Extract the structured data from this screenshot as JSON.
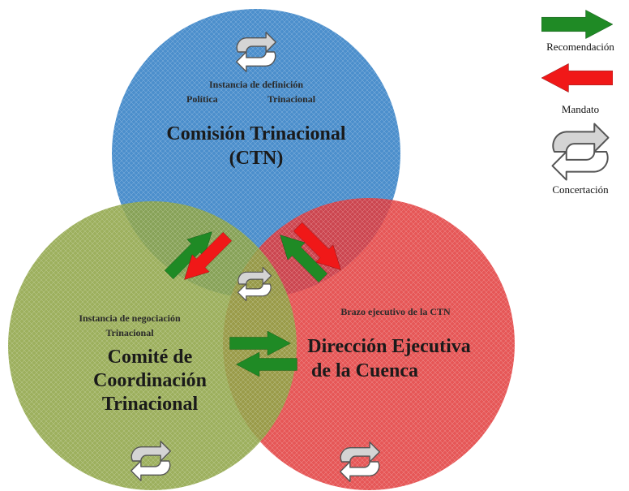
{
  "colors": {
    "blue": "#3d86c8",
    "green": "#8fa548",
    "red": "#e23a3a",
    "arrow_green": "#1f8a25",
    "arrow_red": "#f01818",
    "cycle_gray": "#cfcfcf"
  },
  "legend": {
    "recommendation": "Recomendación",
    "mandate": "Mandato",
    "concertation": "Concertación"
  },
  "ctn": {
    "subtitle_line1": "Instancia de definición",
    "subtitle_line2_left": "Política",
    "subtitle_line2_right": "Trinacional",
    "title_line1": "Comisión Trinacional",
    "title_line2": "(CTN)"
  },
  "committee": {
    "subtitle_line1": "Instancia de negociación",
    "subtitle_line2": "Trinacional",
    "title_line1": "Comité de",
    "title_line2": "Coordinación",
    "title_line3": "Trinacional"
  },
  "direction": {
    "subtitle": "Brazo ejecutivo de la CTN",
    "title_line1": "Dirección Ejecutiva",
    "title_line2": "de la Cuenca"
  },
  "icons": [
    "cycle-icon",
    "green-arrow-icon",
    "red-arrow-icon"
  ]
}
